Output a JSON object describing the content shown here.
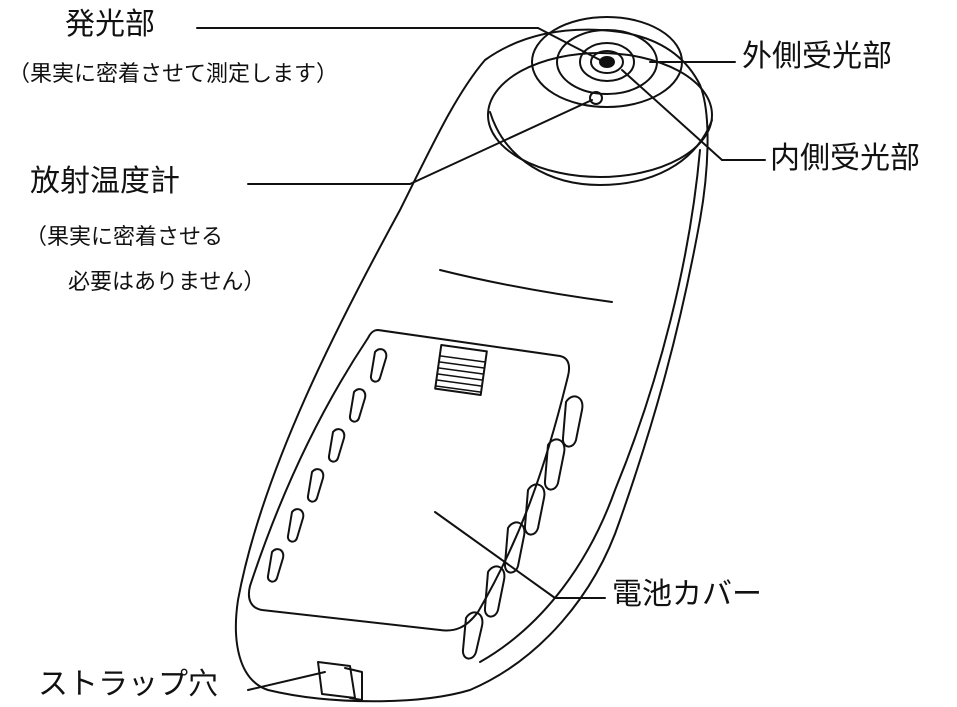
{
  "labels": {
    "emitter": {
      "name": "発光部",
      "note": "（果実に密着させて測定します）"
    },
    "outer_receiver": {
      "name": "外側受光部"
    },
    "inner_receiver": {
      "name": "内側受光部"
    },
    "radiation_thermometer": {
      "name": "放射温度計",
      "note_line1": "（果実に密着させる",
      "note_line2": "必要はありません）"
    },
    "battery_cover": {
      "name": "電池カバー"
    },
    "strap_hole": {
      "name": "ストラップ穴"
    }
  },
  "colors": {
    "line": "#111111",
    "background": "#ffffff"
  }
}
